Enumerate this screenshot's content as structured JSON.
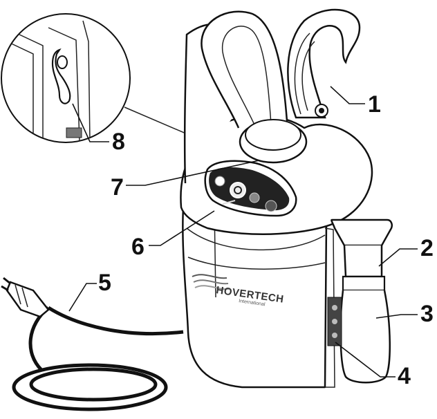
{
  "brand": {
    "name": "HOVERTECH",
    "subtitle": "International"
  },
  "callouts": [
    {
      "number": "1"
    },
    {
      "number": "2"
    },
    {
      "number": "3"
    },
    {
      "number": "4"
    },
    {
      "number": "5"
    },
    {
      "number": "6"
    },
    {
      "number": "7"
    },
    {
      "number": "8"
    }
  ]
}
